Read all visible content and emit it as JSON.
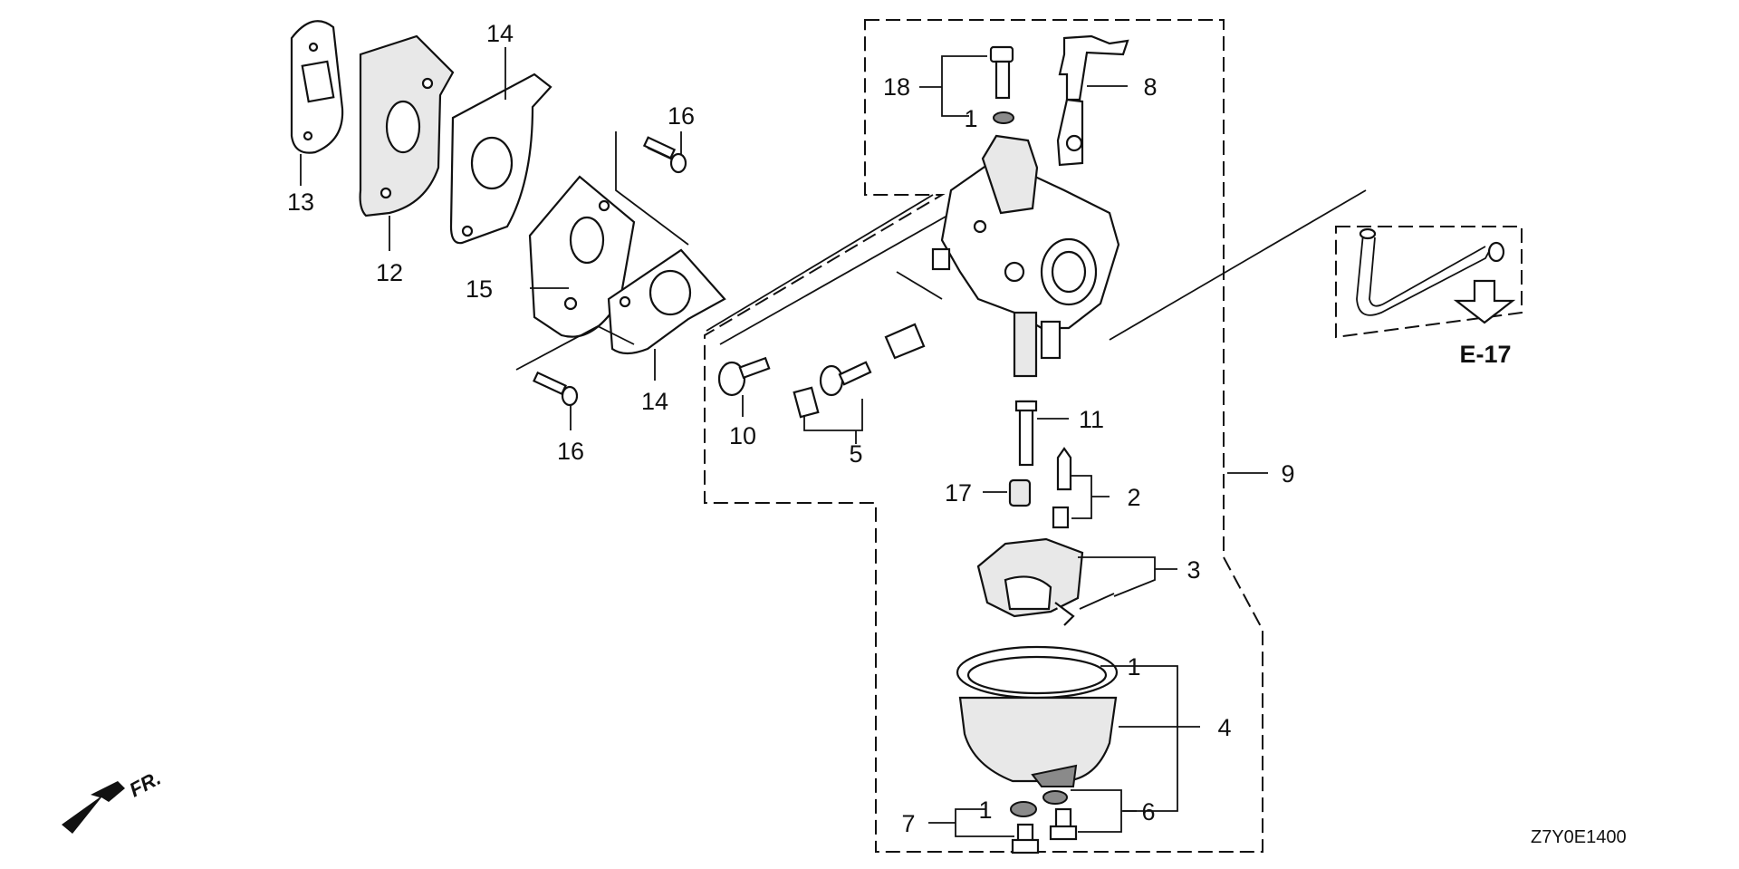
{
  "callouts": {
    "p1_top": "1",
    "p1_float": "1",
    "p1_drain": "1",
    "p2": "2",
    "p3": "3",
    "p4": "4",
    "p5": "5",
    "p6": "6",
    "p7": "7",
    "p8": "8",
    "p9": "9",
    "p10": "10",
    "p11": "11",
    "p12": "12",
    "p13": "13",
    "p14_top": "14",
    "p14_bottom": "14",
    "p15": "15",
    "p16_top": "16",
    "p16_bottom": "16",
    "p17": "17",
    "p18": "18"
  },
  "reference": {
    "label": "E-17"
  },
  "direction": {
    "label": "FR."
  },
  "diagram_code": "Z7Y0E1400",
  "colors": {
    "line": "#111111",
    "paper": "#ffffff",
    "fill_light": "#e8e8e8",
    "fill_dark": "#8a8a8a"
  }
}
